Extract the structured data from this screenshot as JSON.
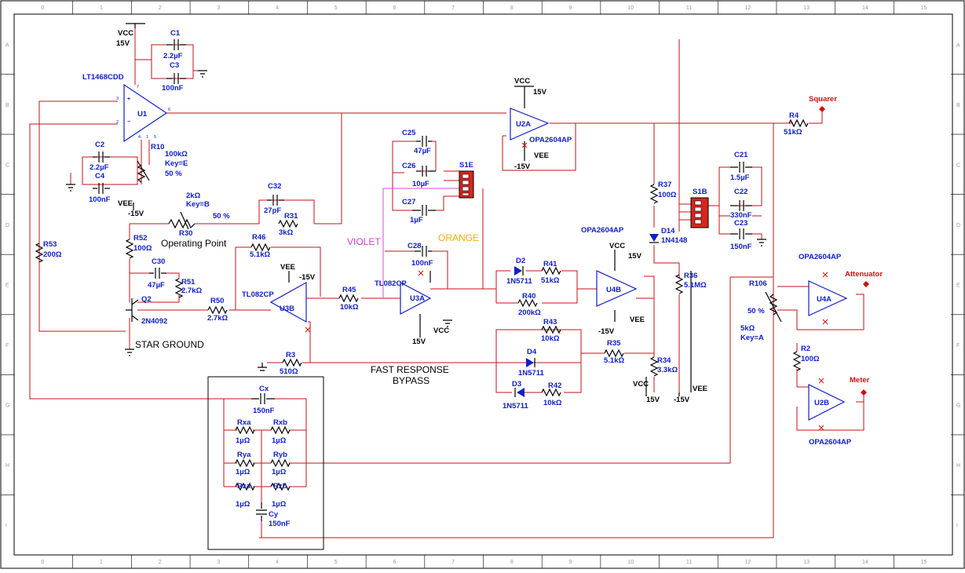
{
  "rulers": {
    "columns": [
      "0",
      "1",
      "2",
      "3",
      "4",
      "5",
      "6",
      "7",
      "8",
      "9",
      "10",
      "11",
      "12",
      "13",
      "14",
      "15"
    ],
    "rows": [
      "A",
      "B",
      "C",
      "D",
      "E",
      "F",
      "G",
      "H",
      "I"
    ]
  },
  "labels": [
    {
      "id": "vcc-top",
      "text": "VCC",
      "style": "pwr"
    },
    {
      "id": "vcc-top-v",
      "text": "15V",
      "style": "pwr"
    },
    {
      "id": "c1",
      "text": "C1",
      "style": "lbl"
    },
    {
      "id": "c1-v",
      "text": "2.2µF",
      "style": "lbl"
    },
    {
      "id": "c3",
      "text": "C3",
      "style": "lbl"
    },
    {
      "id": "c3-v",
      "text": "100nF",
      "style": "lbl"
    },
    {
      "id": "u1-part",
      "text": "LT1468CDD",
      "style": "lbl"
    },
    {
      "id": "r10",
      "text": "R10",
      "style": "lbl"
    },
    {
      "id": "r10-v",
      "text": "100kΩ",
      "style": "lbl"
    },
    {
      "id": "r10-key",
      "text": "Key=E",
      "style": "lbl"
    },
    {
      "id": "r10-pct",
      "text": "50 %",
      "style": "lbl"
    },
    {
      "id": "c2",
      "text": "C2",
      "style": "lbl"
    },
    {
      "id": "c2-v",
      "text": "2.2µF",
      "style": "lbl"
    },
    {
      "id": "c4",
      "text": "C4",
      "style": "lbl"
    },
    {
      "id": "c4-v",
      "text": "100nF",
      "style": "lbl"
    },
    {
      "id": "vee-u1",
      "text": "VEE",
      "style": "pwr"
    },
    {
      "id": "vee-u1-v",
      "text": "-15V",
      "style": "pwr"
    },
    {
      "id": "r30-v",
      "text": "2kΩ",
      "style": "lbl"
    },
    {
      "id": "r30-key",
      "text": "Key=B",
      "style": "lbl"
    },
    {
      "id": "r30-pct",
      "text": "50 %",
      "style": "lbl"
    },
    {
      "id": "r30",
      "text": "R30",
      "style": "lbl"
    },
    {
      "id": "op-point",
      "text": "Operating Point",
      "style": "note"
    },
    {
      "id": "c32",
      "text": "C32",
      "style": "lbl"
    },
    {
      "id": "c32-v",
      "text": "27pF",
      "style": "lbl"
    },
    {
      "id": "r31",
      "text": "R31",
      "style": "lbl"
    },
    {
      "id": "r31-v",
      "text": "3kΩ",
      "style": "lbl"
    },
    {
      "id": "r53",
      "text": "R53",
      "style": "lbl"
    },
    {
      "id": "r53-v",
      "text": "200Ω",
      "style": "lbl"
    },
    {
      "id": "r52",
      "text": "R52",
      "style": "lbl"
    },
    {
      "id": "r52-v",
      "text": "100Ω",
      "style": "lbl"
    },
    {
      "id": "r46",
      "text": "R46",
      "style": "lbl"
    },
    {
      "id": "r46-v",
      "text": "5.1kΩ",
      "style": "lbl"
    },
    {
      "id": "c30",
      "text": "C30",
      "style": "lbl"
    },
    {
      "id": "c30-v",
      "text": "47µF",
      "style": "lbl"
    },
    {
      "id": "r51",
      "text": "R51",
      "style": "lbl"
    },
    {
      "id": "r51-v",
      "text": "2.7kΩ",
      "style": "lbl"
    },
    {
      "id": "vee-u3b",
      "text": "VEE",
      "style": "pwr"
    },
    {
      "id": "vee-u3b-v",
      "text": "-15V",
      "style": "pwr"
    },
    {
      "id": "tl082-b",
      "text": "TL082CP",
      "style": "lbl"
    },
    {
      "id": "q2",
      "text": "Q2",
      "style": "lbl"
    },
    {
      "id": "r50",
      "text": "R50",
      "style": "lbl"
    },
    {
      "id": "r50-v",
      "text": "2.7kΩ",
      "style": "lbl"
    },
    {
      "id": "q2-part",
      "text": "2N4092",
      "style": "lbl"
    },
    {
      "id": "star-ground",
      "text": "STAR GROUND",
      "style": "note"
    },
    {
      "id": "r45",
      "text": "R45",
      "style": "lbl"
    },
    {
      "id": "r45-v",
      "text": "10kΩ",
      "style": "lbl"
    },
    {
      "id": "r3",
      "text": "R3",
      "style": "lbl"
    },
    {
      "id": "r3-v",
      "text": "510Ω",
      "style": "lbl"
    },
    {
      "id": "fast-response",
      "text": "FAST RESPONSE",
      "style": "note"
    },
    {
      "id": "bypass",
      "text": "BYPASS",
      "style": "note"
    },
    {
      "id": "violet",
      "text": "VIOLET",
      "style": "vio"
    },
    {
      "id": "orange",
      "text": "ORANGE",
      "style": "ora"
    },
    {
      "id": "c25",
      "text": "C25",
      "style": "lbl"
    },
    {
      "id": "c25-v",
      "text": "47µF",
      "style": "lbl"
    },
    {
      "id": "c26",
      "text": "C26",
      "style": "lbl"
    },
    {
      "id": "c26-v",
      "text": "10µF",
      "style": "lbl"
    },
    {
      "id": "c27",
      "text": "C27",
      "style": "lbl"
    },
    {
      "id": "c27-v",
      "text": "1µF",
      "style": "lbl"
    },
    {
      "id": "s1e",
      "text": "S1E",
      "style": "lbl"
    },
    {
      "id": "c28",
      "text": "C28",
      "style": "lbl"
    },
    {
      "id": "c28-v",
      "text": "100nF",
      "style": "lbl"
    },
    {
      "id": "tl082-a",
      "text": "TL082CP",
      "style": "lbl"
    },
    {
      "id": "vcc-u3a",
      "text": "VCC",
      "style": "pwr"
    },
    {
      "id": "v15-u3a",
      "text": "15V",
      "style": "pwr"
    },
    {
      "id": "vcc-u2a",
      "text": "VCC",
      "style": "pwr"
    },
    {
      "id": "vcc-u2a-v",
      "text": "15V",
      "style": "pwr"
    },
    {
      "id": "opa-u2a",
      "text": "OPA2604AP",
      "style": "lbl"
    },
    {
      "id": "vee-u2a-v",
      "text": "-15V",
      "style": "pwr"
    },
    {
      "id": "vee-u2a",
      "text": "VEE",
      "style": "pwr"
    },
    {
      "id": "d2",
      "text": "D2",
      "style": "lbl"
    },
    {
      "id": "d2-part",
      "text": "1N5711",
      "style": "lbl"
    },
    {
      "id": "r41",
      "text": "R41",
      "style": "lbl"
    },
    {
      "id": "r41-v",
      "text": "51kΩ",
      "style": "lbl"
    },
    {
      "id": "r40",
      "text": "R40",
      "style": "lbl"
    },
    {
      "id": "r40-v",
      "text": "200kΩ",
      "style": "lbl"
    },
    {
      "id": "r43",
      "text": "R43",
      "style": "lbl"
    },
    {
      "id": "r43-v",
      "text": "10kΩ",
      "style": "lbl"
    },
    {
      "id": "d4",
      "text": "D4",
      "style": "lbl"
    },
    {
      "id": "d4-part",
      "text": "1N5711",
      "style": "lbl"
    },
    {
      "id": "d3",
      "text": "D3",
      "style": "lbl"
    },
    {
      "id": "d3-part",
      "text": "1N5711",
      "style": "lbl"
    },
    {
      "id": "r42",
      "text": "R42",
      "style": "lbl"
    },
    {
      "id": "r42-v",
      "text": "10kΩ",
      "style": "lbl"
    },
    {
      "id": "opa-u4b",
      "text": "OPA2604AP",
      "style": "lbl"
    },
    {
      "id": "vcc-u4b",
      "text": "VCC",
      "style": "pwr"
    },
    {
      "id": "vcc-u4b-v",
      "text": "15V",
      "style": "pwr"
    },
    {
      "id": "vee-u4b-v",
      "text": "-15V",
      "style": "pwr"
    },
    {
      "id": "vee-u4b",
      "text": "VEE",
      "style": "pwr"
    },
    {
      "id": "r35",
      "text": "R35",
      "style": "lbl"
    },
    {
      "id": "r35-v",
      "text": "5.1kΩ",
      "style": "lbl"
    },
    {
      "id": "r34",
      "text": "R34",
      "style": "lbl"
    },
    {
      "id": "r34-v",
      "text": "3.3kΩ",
      "style": "lbl"
    },
    {
      "id": "vcc-bot",
      "text": "VCC",
      "style": "pwr"
    },
    {
      "id": "vcc-bot-v",
      "text": "15V",
      "style": "pwr"
    },
    {
      "id": "vee-bot",
      "text": "VEE",
      "style": "pwr"
    },
    {
      "id": "vee-bot-v",
      "text": "-15V",
      "style": "pwr"
    },
    {
      "id": "r37",
      "text": "R37",
      "style": "lbl"
    },
    {
      "id": "r37-v",
      "text": "100Ω",
      "style": "lbl"
    },
    {
      "id": "d14",
      "text": "D14",
      "style": "lbl"
    },
    {
      "id": "d14-part",
      "text": "1N4148",
      "style": "lbl"
    },
    {
      "id": "r36",
      "text": "R36",
      "style": "lbl"
    },
    {
      "id": "r36-v",
      "text": "5.1MΩ",
      "style": "lbl"
    },
    {
      "id": "s1b",
      "text": "S1B",
      "style": "lbl"
    },
    {
      "id": "c21",
      "text": "C21",
      "style": "lbl"
    },
    {
      "id": "c21-v",
      "text": "1.5µF",
      "style": "lbl"
    },
    {
      "id": "c22",
      "text": "C22",
      "style": "lbl"
    },
    {
      "id": "c22-v",
      "text": "330nF",
      "style": "lbl"
    },
    {
      "id": "c23",
      "text": "C23",
      "style": "lbl"
    },
    {
      "id": "c23-v",
      "text": "150nF",
      "style": "lbl"
    },
    {
      "id": "squarer",
      "text": "Squarer",
      "style": "redl"
    },
    {
      "id": "r4",
      "text": "R4",
      "style": "lbl"
    },
    {
      "id": "r4-v",
      "text": "51kΩ",
      "style": "lbl"
    },
    {
      "id": "opa-u4a",
      "text": "OPA2604AP",
      "style": "lbl"
    },
    {
      "id": "attenuator",
      "text": "Attenuator",
      "style": "redl"
    },
    {
      "id": "r106",
      "text": "R106",
      "style": "lbl"
    },
    {
      "id": "r106-pct",
      "text": "50 %",
      "style": "lbl"
    },
    {
      "id": "r106-v",
      "text": "5kΩ",
      "style": "lbl"
    },
    {
      "id": "r106-key",
      "text": "Key=A",
      "style": "lbl"
    },
    {
      "id": "r2",
      "text": "R2",
      "style": "lbl"
    },
    {
      "id": "r2-v",
      "text": "100Ω",
      "style": "lbl"
    },
    {
      "id": "meter",
      "text": "Meter",
      "style": "redl"
    },
    {
      "id": "opa-u2b",
      "text": "OPA2604AP",
      "style": "lbl"
    },
    {
      "id": "cx",
      "text": "Cx",
      "style": "lbl"
    },
    {
      "id": "cx-v",
      "text": "150nF",
      "style": "lbl"
    },
    {
      "id": "rxa",
      "text": "Rxa",
      "style": "lbl"
    },
    {
      "id": "rxa-v",
      "text": "1µΩ",
      "style": "lbl"
    },
    {
      "id": "rxb",
      "text": "Rxb",
      "style": "lbl"
    },
    {
      "id": "rxb-v",
      "text": "1µΩ",
      "style": "lbl"
    },
    {
      "id": "rya",
      "text": "Rya",
      "style": "lbl"
    },
    {
      "id": "rya-v",
      "text": "1µΩ",
      "style": "lbl"
    },
    {
      "id": "ryb",
      "text": "Ryb",
      "style": "lbl"
    },
    {
      "id": "ryb-v",
      "text": "1µΩ",
      "style": "lbl"
    },
    {
      "id": "rza",
      "text": "Rza",
      "style": "lbl"
    },
    {
      "id": "rza-v",
      "text": "1µΩ",
      "style": "lbl"
    },
    {
      "id": "rzb",
      "text": "Rzb",
      "style": "lbl"
    },
    {
      "id": "rzb-v",
      "text": "1µΩ",
      "style": "lbl"
    },
    {
      "id": "cy",
      "text": "Cy",
      "style": "lbl"
    },
    {
      "id": "cy-v",
      "text": "150nF",
      "style": "lbl"
    }
  ],
  "colors": {
    "wire": "#c4121a",
    "violet_wire": "#d14fd1",
    "component": "#1020c8",
    "switch": "#d8261c",
    "net_label": "#d01010"
  }
}
